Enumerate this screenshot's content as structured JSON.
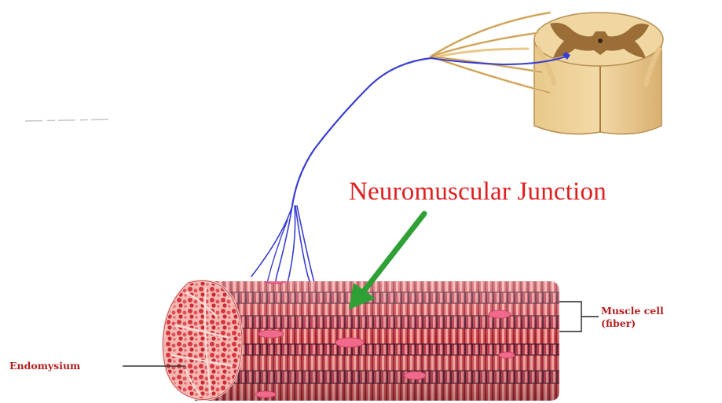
{
  "labels": {
    "junction": "Neuromuscular Junction",
    "muscle_line1": "Muscle cell",
    "muscle_line2": "(fiber)",
    "endomysium": "Endomysium"
  },
  "colors": {
    "junction_text": "#e01e1e",
    "label_text": "#b11f1f",
    "arrow": "#2fa035",
    "nerve": "#3a3fd0",
    "spinal_outer": "#eac98a",
    "grey_matter": "#9a6e36",
    "muscle_red": "#d9474c",
    "muscle_dark": "#5a1f33",
    "nucleus": "#f06a8c"
  },
  "icons": [
    "spinal-cord-icon",
    "nerve-fiber-icon",
    "muscle-fiber-bundle-icon",
    "arrow-icon"
  ]
}
